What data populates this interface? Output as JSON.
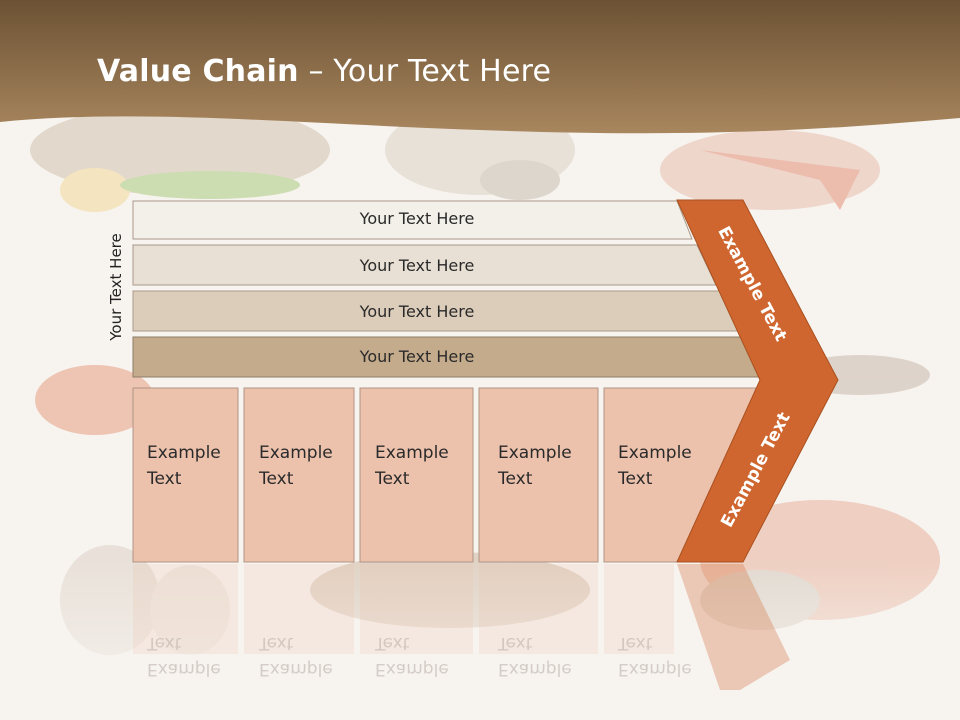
{
  "slide": {
    "title_bold": "Value Chain",
    "title_rest": " – Your Text Here",
    "side_label": "Your Text Here"
  },
  "bars": [
    {
      "label": "Your Text Here"
    },
    {
      "label": "Your Text Here"
    },
    {
      "label": "Your Text Here"
    },
    {
      "label": "Your Text Here"
    }
  ],
  "boxes": [
    {
      "line1": "Example",
      "line2": "Text"
    },
    {
      "line1": "Example",
      "line2": "Text"
    },
    {
      "line1": "Example",
      "line2": "Text"
    },
    {
      "line1": "Example",
      "line2": "Text"
    },
    {
      "line1": "Example",
      "line2": "Text"
    }
  ],
  "arrow": {
    "upper_label": "Example Text",
    "lower_label": "Example Text"
  },
  "colors": {
    "header": "#8a6b47",
    "bar1": "#f3efe9",
    "bar2": "#e9e0d5",
    "bar3": "#dccdbb",
    "bar4": "#c4ab8b",
    "box_fill": "#ecc2ad",
    "arrow": "#d0662f"
  }
}
